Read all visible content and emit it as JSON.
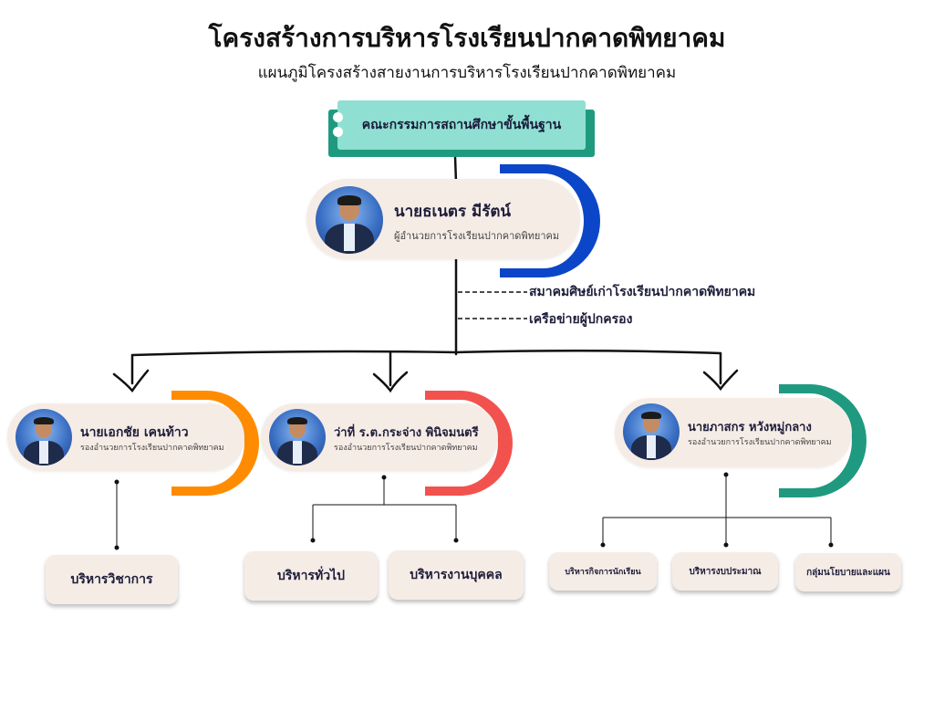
{
  "header": {
    "title": "โครงสร้างการบริหารโรงเรียนปากคาดพิทยาคม",
    "subtitle": "แผนภูมิโครงสร้างสายงานการบริหารโรงเรียนปากคาดพิทยาคม"
  },
  "board": {
    "label": "คณะกรรมการสถานศึกษาขั้นพื้นฐาน"
  },
  "director": {
    "name": "นายธเนตร มีรัตน์",
    "role": "ผู้อำนวยการโรงเรียนปากคาดพิทยาคม",
    "accent": "#0b46c8"
  },
  "links": [
    "สมาคมศิษย์เก่าโรงเรียนปากคาดพิทยาคม",
    "เครือข่ายผู้ปกครอง"
  ],
  "deputies": [
    {
      "name": "นายเอกชัย เคนท้าว",
      "role": "รองอำนวยการโรงเรียนปากคาดพิทยาคม",
      "accent": "#ff8c00"
    },
    {
      "name": "ว่าที่ ร.ต.กระจ่าง พินิจมนตรี",
      "role": "รองอำนวยการโรงเรียนปากคาดพิทยาคม",
      "accent": "#f2524e"
    },
    {
      "name": "นายภาสกร หวังหมู่กลาง",
      "role": "รองอำนวยการโรงเรียนปากคาดพิทยาคม",
      "accent": "#1f9a80"
    }
  ],
  "units": {
    "academic": "บริหารวิชาการ",
    "general": "บริหารทั่วไป",
    "personnel": "บริหารงานบุคคล",
    "student_affairs": "บริหารกิจการนักเรียน",
    "budget": "บริหารงบประมาณ",
    "policy_plan": "กลุ่มนโยบายและแผน"
  }
}
